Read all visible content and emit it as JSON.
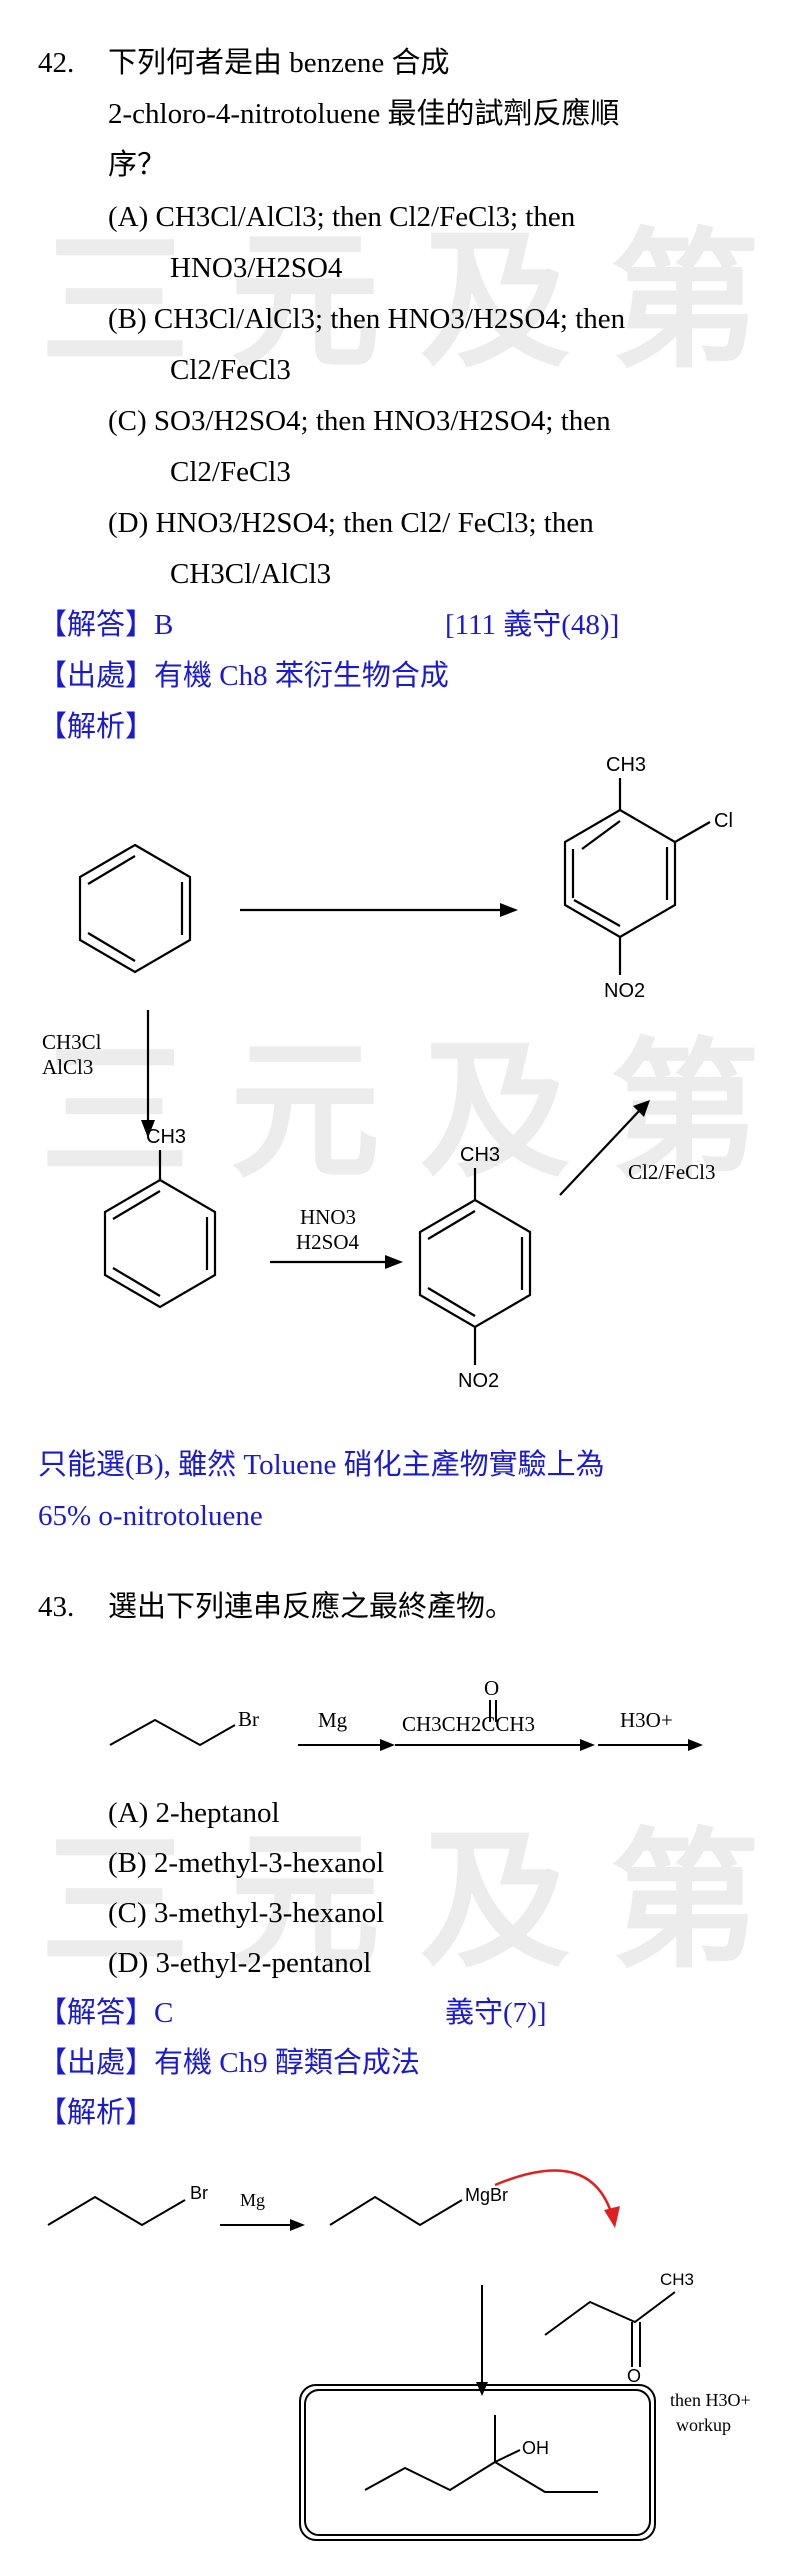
{
  "watermark": "三元及第",
  "q42": {
    "number": "42.",
    "stem": [
      "下列何者是由 benzene 合成",
      "2-chloro-4-nitrotoluene 最佳的試劑反應順",
      "序？"
    ],
    "options": [
      [
        "(A) CH3Cl/AlCl3; then Cl2/FeCl3; then",
        "HNO3/H2SO4"
      ],
      [
        "(B) CH3Cl/AlCl3; then HNO3/H2SO4; then",
        "Cl2/FeCl3"
      ],
      [
        "(C) SO3/H2SO4; then HNO3/H2SO4; then",
        "Cl2/FeCl3"
      ],
      [
        "(D) HNO3/H2SO4; then Cl2/ FeCl3; then",
        "CH3Cl/AlCl3"
      ]
    ],
    "answer": "【解答】B",
    "source": "[111 義守(48)]",
    "origin": "【出處】有機 Ch8 苯衍生物合成",
    "analysis": "【解析】",
    "note": [
      "只能選(B), 雖然 Toluene 硝化主產物實驗上為",
      "65% o-nitrotoluene"
    ],
    "scheme": {
      "reagent1_line1": "CH3Cl",
      "reagent1_line2": "AlCl3",
      "reagent2_line1": "HNO3",
      "reagent2_line2": "H2SO4",
      "reagent3": "Cl2/FeCl3",
      "ch3": "CH3",
      "cl": "Cl",
      "no2": "NO2"
    }
  },
  "q43": {
    "number": "43.",
    "stem": "選出下列連串反應之最終產物。",
    "scheme": {
      "br": "Br",
      "mg": "Mg",
      "o": "O",
      "ketone": "CH3CH2CCH3",
      "h3o": "H3O+"
    },
    "options": [
      "(A) 2-heptanol",
      "(B) 2-methyl-3-hexanol",
      "(C) 3-methyl-3-hexanol",
      "(D) 3-ethyl-2-pentanol"
    ],
    "answer": "【解答】C",
    "source": "義守(7)]",
    "origin": "【出處】有機 Ch9 醇類合成法",
    "analysis": "【解析】",
    "mech": {
      "br": "Br",
      "mg": "Mg",
      "mgbr": "MgBr",
      "ch3": "CH3",
      "o": "O",
      "oh": "OH",
      "then": "then H3O+",
      "workup": "workup"
    }
  }
}
